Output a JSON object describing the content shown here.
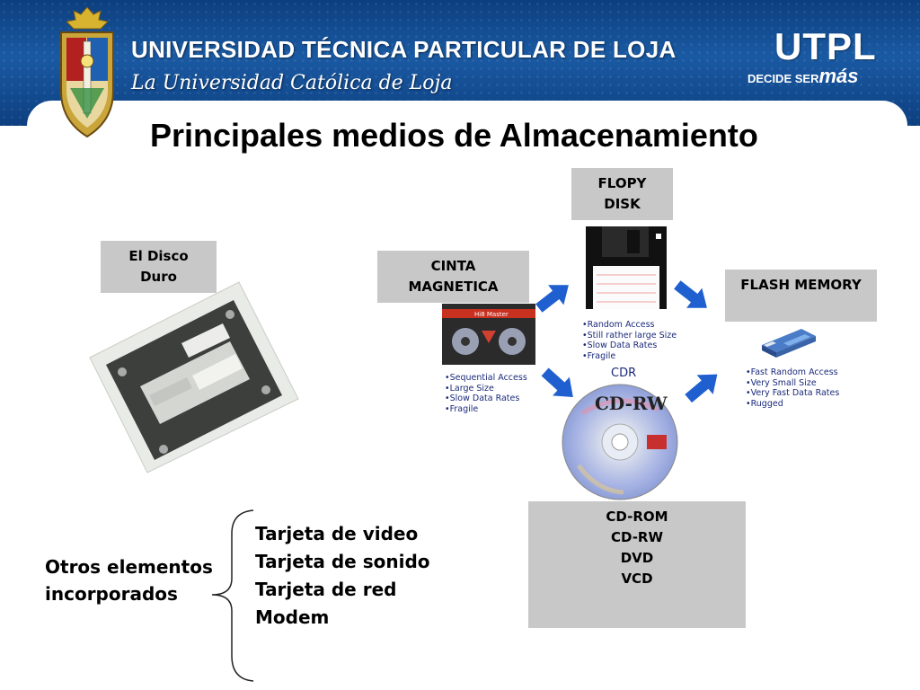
{
  "header": {
    "university": "UNIVERSIDAD TÉCNICA PARTICULAR DE LOJA",
    "subtitle": "La Universidad Católica de Loja",
    "brand": "UTPL",
    "tagline_small": "DECIDE SER",
    "tagline_big": "más"
  },
  "slide_title": "Principales medios de Almacenamiento",
  "boxes": {
    "disco_duro": [
      "El Disco",
      "Duro"
    ],
    "flopy": [
      "FLOPY",
      "DISK"
    ],
    "cinta": [
      "CINTA",
      "MAGNETICA"
    ],
    "flash": "FLASH MEMORY",
    "cd": [
      "CD-ROM",
      "CD-RW",
      "DVD",
      "VCD"
    ]
  },
  "floppy_bullets": [
    "Random Access",
    "Still rather large Size",
    "Slow Data Rates",
    "Fragile"
  ],
  "tape_bullets": [
    "Sequential Access",
    "Large Size",
    "Slow Data Rates",
    "Fragile"
  ],
  "flash_bullets": [
    "Fast Random Access",
    "Very Small Size",
    "Very Fast Data Rates",
    "Rugged"
  ],
  "cdr_label": "CDR",
  "cd_disc_text": "CD-RW",
  "tape_brand": "Hi8 Master",
  "otros": [
    "Otros elementos",
    "incorporados"
  ],
  "otros_list": [
    "Tarjeta de video",
    "Tarjeta de sonido",
    "Tarjeta de red",
    "Modem"
  ],
  "colors": {
    "header_blue": "#1a5aa3",
    "box_gray": "#c8c8c8",
    "arrow_blue": "#1f5fcf",
    "bullet_text": "#1a2a7a"
  }
}
